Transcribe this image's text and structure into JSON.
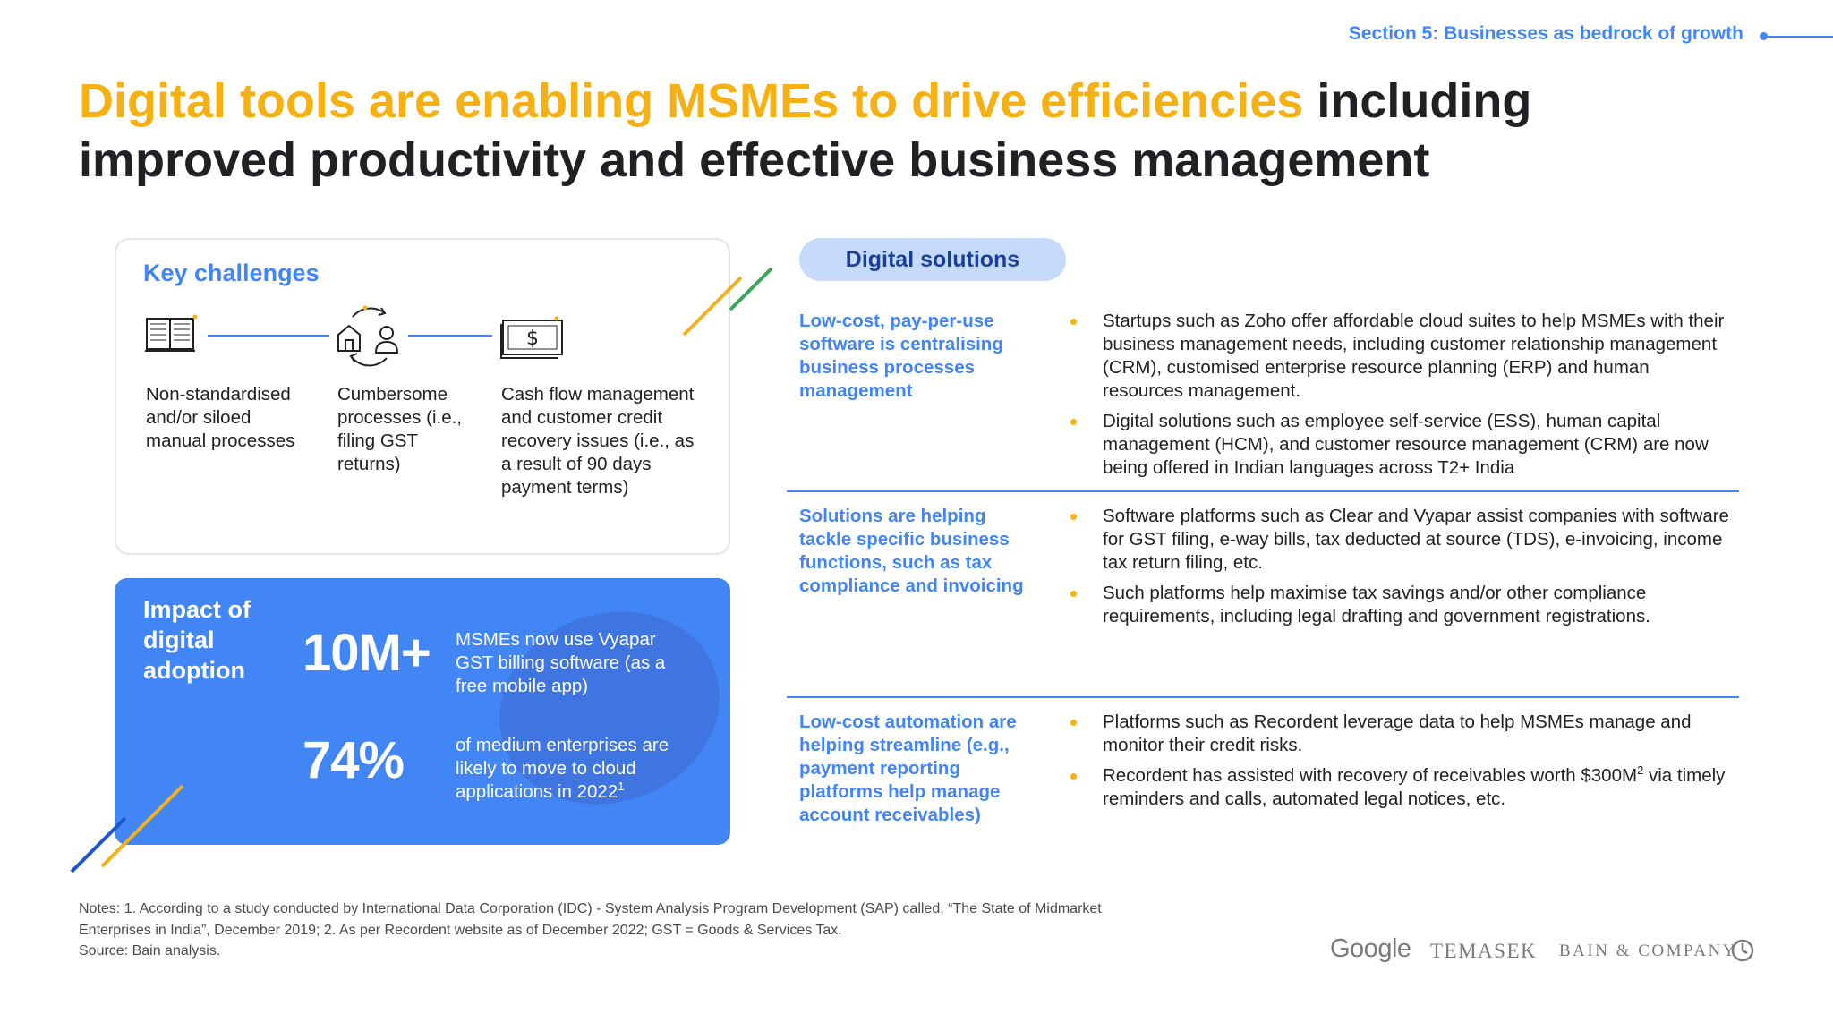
{
  "header": {
    "section_tag": "Section 5: Businesses as bedrock of growth"
  },
  "title": {
    "accent": "Digital tools are enabling MSMEs to drive efficiencies",
    "rest": " including improved productivity and effective business management"
  },
  "challenges": {
    "heading": "Key challenges",
    "items": [
      {
        "icon": "open-book-icon",
        "text": "Non-standardised and/or siloed manual processes"
      },
      {
        "icon": "process-cycle-icon",
        "text": "Cumbersome processes (i.e., filing GST returns)"
      },
      {
        "icon": "cash-bill-icon",
        "text": "Cash flow management and customer credit recovery issues (i.e., as a result of 90 days payment terms)"
      }
    ]
  },
  "impact": {
    "heading": "Impact of digital adoption",
    "stats": [
      {
        "value": "10M+",
        "text": "MSMEs now use Vyapar GST billing software (as a free mobile app)",
        "footnote": ""
      },
      {
        "value": "74%",
        "text": "of medium enterprises are likely to move to cloud applications in 2022",
        "footnote": "1"
      }
    ]
  },
  "solutions": {
    "heading": "Digital solutions",
    "rows": [
      {
        "label": "Low-cost, pay-per-use software is centralising business processes management",
        "bullets": [
          {
            "text": "Startups such as Zoho offer affordable cloud suites to help MSMEs with their business management needs, including customer relationship management (CRM), customised enterprise resource planning (ERP) and human resources management."
          },
          {
            "text": "Digital solutions such as employee self-service (ESS), human capital management (HCM), and customer resource management (CRM) are now being offered in Indian languages across T2+ India"
          }
        ]
      },
      {
        "label": "Solutions are helping tackle specific business functions, such as tax compliance and invoicing",
        "bullets": [
          {
            "text": "Software platforms such as Clear and Vyapar assist companies with software for GST filing, e-way bills, tax deducted at source (TDS), e-invoicing, income tax return filing, etc."
          },
          {
            "text": "Such platforms help maximise tax savings and/or other compliance requirements, including legal drafting and government registrations."
          }
        ]
      },
      {
        "label": "Low-cost automation are helping streamline (e.g., payment reporting platforms help  manage account receivables)",
        "bullets": [
          {
            "text": "Platforms such as Recordent leverage data to help MSMEs manage and monitor their credit risks."
          },
          {
            "text_before": "Recordent has assisted with recovery of receivables worth $300M",
            "sup": "2",
            "text_after": " via timely reminders and calls, automated legal notices, etc."
          }
        ]
      }
    ]
  },
  "notes": {
    "line1": "Notes: 1. According to a study conducted by International Data Corporation (IDC) - System Analysis Program Development (SAP) called, “The State of Midmarket",
    "line2": "Enterprises in India”, December 2019; 2. As per Recordent website as of December 2022; GST = Goods & Services Tax.",
    "line3": "Source: Bain analysis."
  },
  "logos": {
    "google": "Google",
    "temasek": "TEMASEK",
    "bain": "BAIN & COMPANY"
  },
  "colors": {
    "accent_yellow": "#f5b014",
    "google_blue": "#4285f4",
    "google_green": "#34a853",
    "deco_blue": "#1a57c8"
  }
}
